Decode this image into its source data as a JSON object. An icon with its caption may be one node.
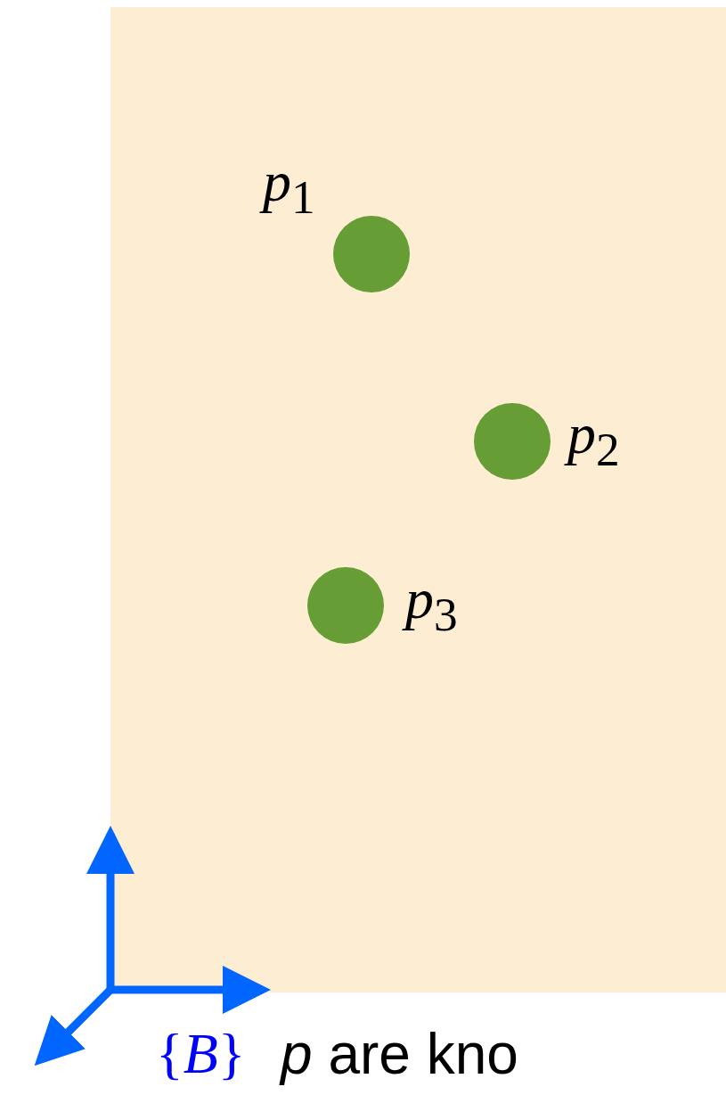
{
  "diagram": {
    "nodes": [
      {
        "text": [],
        "shape": "circle",
        "beside": [
          "*p*$_{1}$"
        ]
      },
      {
        "text": [],
        "shape": "circle",
        "beside": [
          "*p*$_{2}$"
        ]
      },
      {
        "text": [],
        "shape": "circle",
        "beside": [
          "*p*$_{3}$"
        ]
      }
    ],
    "labels": [
      "{*B*}",
      "*p* are kno"
    ]
  }
}
